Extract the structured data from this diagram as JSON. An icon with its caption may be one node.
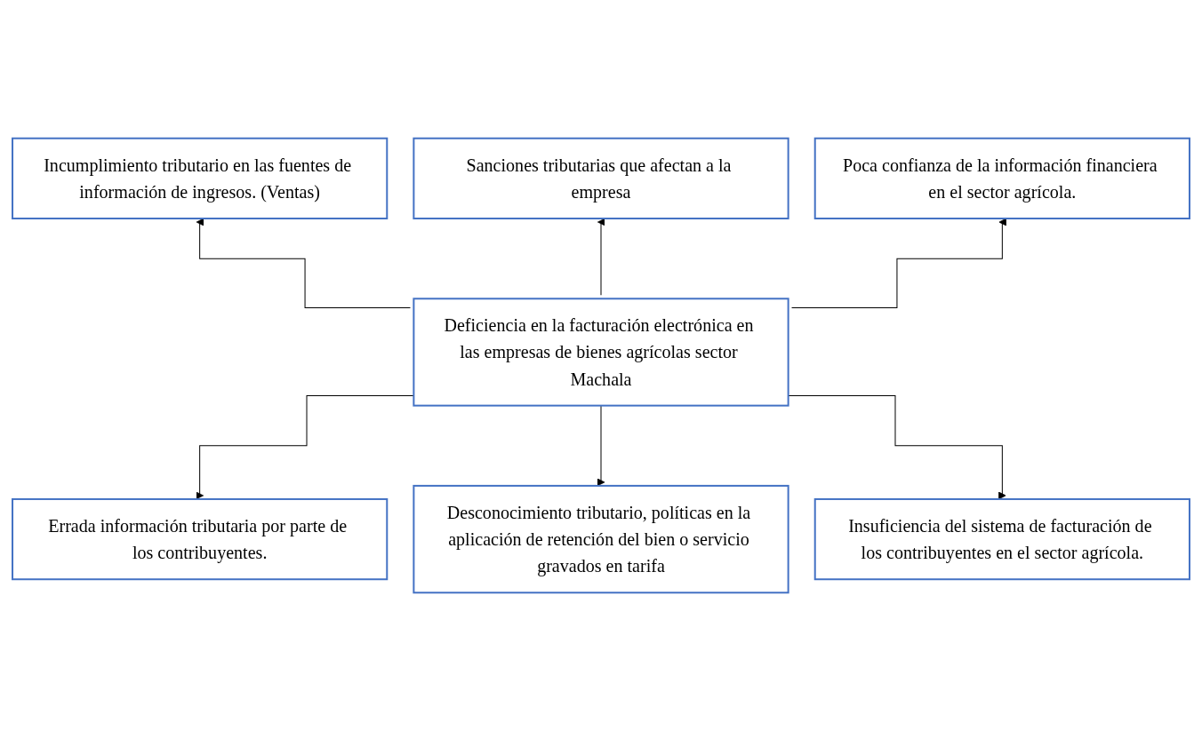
{
  "diagram": {
    "nodes": [
      {
        "text": [
          "Incumplimiento tributario en las fuentes de información de ingresos. (Ventas)"
        ]
      },
      {
        "text": [
          "Sanciones tributarias que afectan a la empresa"
        ]
      },
      {
        "text": [
          "Poca confianza de la información financiera en el sector agrícola."
        ]
      },
      {
        "text": [
          "Deficiencia en la facturación electrónica en las empresas de bienes agrícolas sector Machala"
        ]
      },
      {
        "text": [
          "Errada información tributaria por parte de los contribuyentes."
        ]
      },
      {
        "text": [
          "Desconocimiento tributario, políticas en la aplicación de retención del bien o servicio gravados en tarifa"
        ]
      },
      {
        "text": [
          "Insuficiencia del sistema de facturación de los contribuyentes en el sector agrícola."
        ]
      }
    ],
    "edges": [
      {
        "from": 3,
        "to": 0,
        "arrow": "to"
      },
      {
        "from": 3,
        "to": 1,
        "arrow": "to"
      },
      {
        "from": 3,
        "to": 2,
        "arrow": "to"
      },
      {
        "from": 3,
        "to": 4,
        "arrow": "to"
      },
      {
        "from": 3,
        "to": 5,
        "arrow": "to"
      },
      {
        "from": 3,
        "to": 6,
        "arrow": "to"
      }
    ]
  }
}
